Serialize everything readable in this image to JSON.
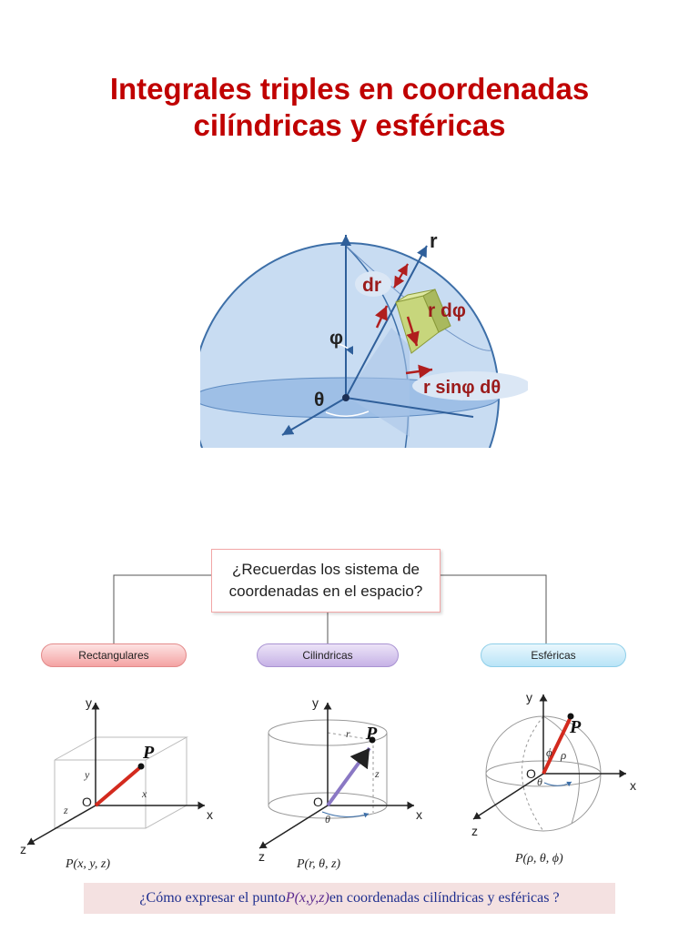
{
  "title": {
    "line1": "Integrales triples en coordenadas",
    "line2": "cilíndricas y esféricas"
  },
  "sphere_figure": {
    "r": "r",
    "dr": "dr",
    "r_dphi": "r dφ",
    "phi": "φ",
    "theta": "θ",
    "r_sinphi_dtheta": "r sinφ dθ"
  },
  "mindmap": {
    "question": "¿Recuerdas los sistema de coordenadas en el espacio?",
    "branches": [
      "Rectangulares",
      "Cilindricas",
      "Esféricas"
    ]
  },
  "diagrams": {
    "rect": {
      "y": "y",
      "x": "x",
      "z": "z",
      "P": "P",
      "O": "O",
      "ly": "y",
      "lx": "x",
      "lz": "z",
      "caption": "P(x, y, z)"
    },
    "cyl": {
      "y": "y",
      "x": "x",
      "z": "z",
      "P": "P",
      "O": "O",
      "lr": "r",
      "lz": "z",
      "theta": "θ",
      "caption": "P(r, θ, z)"
    },
    "sph": {
      "y": "y",
      "x": "x",
      "z": "z",
      "P": "P",
      "O": "O",
      "phi": "ϕ",
      "rho": "ρ",
      "theta": "θ",
      "caption": "P(ρ, θ, ϕ)"
    }
  },
  "bottom": {
    "prefix": "¿Cómo expresar el punto ",
    "point": "P(x,y,z)",
    "suffix": " en coordenadas cilíndricas y esféricas ?"
  },
  "colors": {
    "title": "#c00000",
    "sphere_fill": "#bcd5ef",
    "axis": "#2f5f9a",
    "label_red": "#9b1b1b",
    "vector_red": "#d32a1e",
    "vector_purple": "#8a78c4"
  }
}
